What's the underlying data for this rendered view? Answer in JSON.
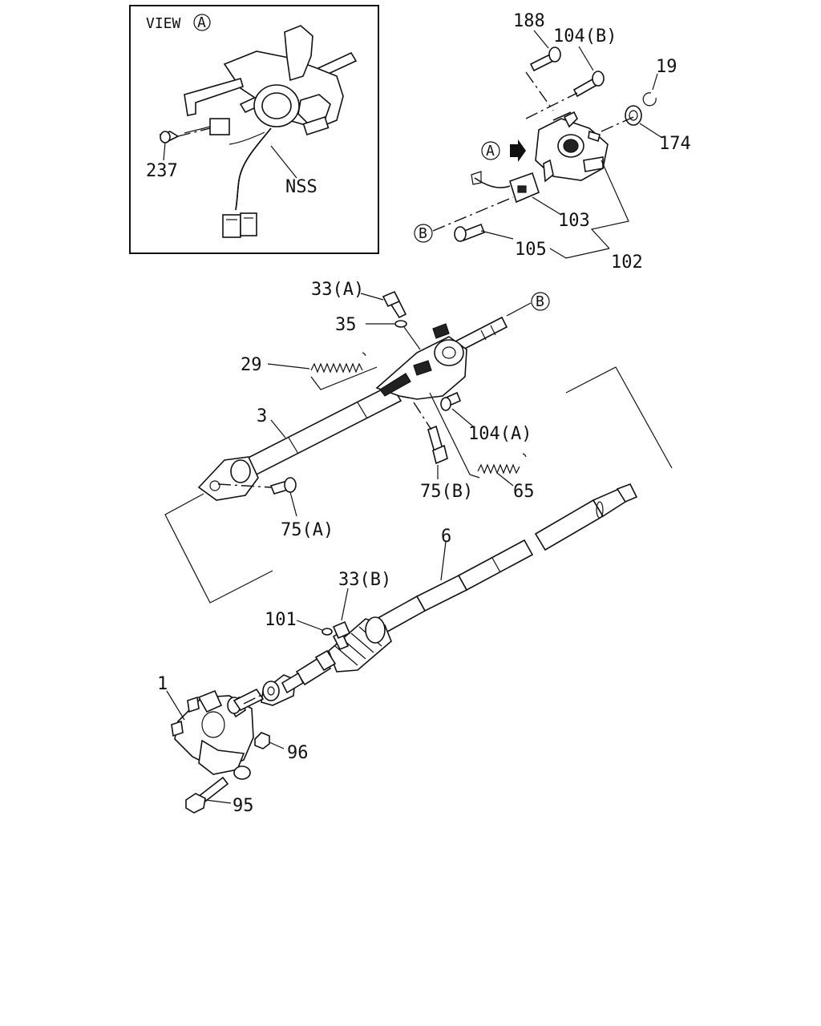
{
  "inset": {
    "view_label": "VIEW",
    "view_marker": "A",
    "callouts": {
      "nss": "NSS",
      "p237": "237"
    }
  },
  "markers": {
    "a": "A",
    "b": "B"
  },
  "callouts": {
    "p188": "188",
    "p104b": "104(B)",
    "p19": "19",
    "p174": "174",
    "p103": "103",
    "p105": "105",
    "p102": "102",
    "p33a": "33(A)",
    "p35": "35",
    "p29": "29",
    "p3": "3",
    "p104a": "104(A)",
    "p75b": "75(B)",
    "p65": "65",
    "p75a": "75(A)",
    "p6": "6",
    "p33b": "33(B)",
    "p101": "101",
    "p1": "1",
    "p96": "96",
    "p95": "95"
  }
}
